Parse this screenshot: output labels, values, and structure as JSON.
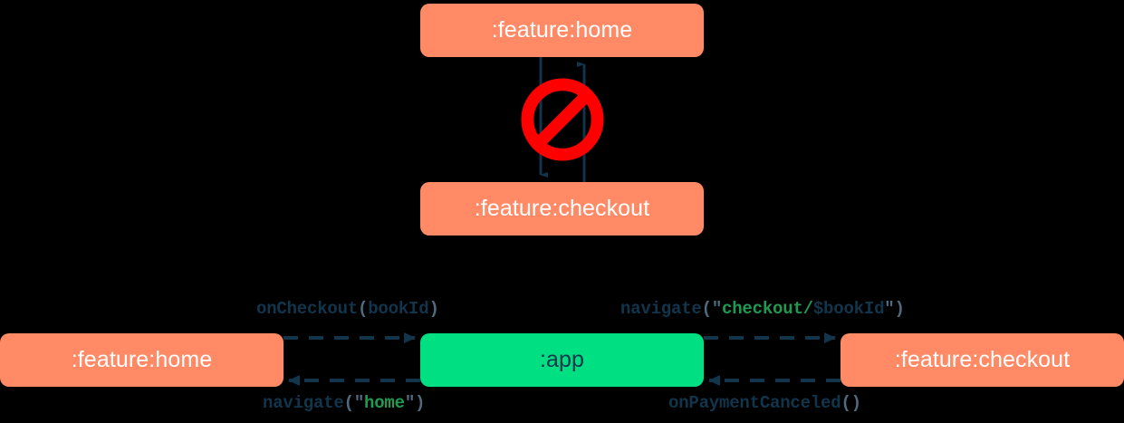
{
  "diagram": {
    "title": "module navigation diagram",
    "background": "#000000",
    "colors": {
      "feature_node": "#FF8A65",
      "app_node": "#00E083",
      "feature_node_text": "#FFFFFF",
      "app_node_text": "#12354B",
      "edge": "#12354B",
      "forbidden": "#FF0000",
      "code_function": "#12354B",
      "code_string": "#1F9A52",
      "code_punctuation": "#4F6B7D"
    },
    "top_section": {
      "nodes": [
        {
          "id": "home-top",
          "label": ":feature:home",
          "type": "feature"
        },
        {
          "id": "checkout-top",
          "label": ":feature:checkout",
          "type": "feature"
        }
      ],
      "edges": [
        {
          "from": "home-top",
          "to": "checkout-top",
          "direction": "down",
          "style": "solid"
        },
        {
          "from": "checkout-top",
          "to": "home-top",
          "direction": "up",
          "style": "solid"
        }
      ],
      "overlay_icon": {
        "name": "forbidden-icon",
        "glyph": "no-entry",
        "meaning": "not allowed"
      }
    },
    "bottom_section": {
      "nodes": [
        {
          "id": "home-bottom",
          "label": ":feature:home",
          "type": "feature"
        },
        {
          "id": "app",
          "label": ":app",
          "type": "app"
        },
        {
          "id": "checkout-bottom",
          "label": ":feature:checkout",
          "type": "feature"
        }
      ],
      "edges": [
        {
          "from": "home-bottom",
          "to": "app",
          "direction": "right",
          "style": "dashed",
          "label": {
            "id": "onCheckout",
            "tokens": [
              {
                "text": "onCheckout",
                "kind": "fn"
              },
              {
                "text": "(",
                "kind": "paren"
              },
              {
                "text": "bookId",
                "kind": "arg"
              },
              {
                "text": ")",
                "kind": "paren"
              }
            ]
          }
        },
        {
          "from": "app",
          "to": "home-bottom",
          "direction": "left",
          "style": "dashed",
          "label": {
            "id": "navigateHome",
            "tokens": [
              {
                "text": "navigate",
                "kind": "fn"
              },
              {
                "text": "(",
                "kind": "paren"
              },
              {
                "text": "\"",
                "kind": "quote"
              },
              {
                "text": "home",
                "kind": "str"
              },
              {
                "text": "\"",
                "kind": "quote"
              },
              {
                "text": ")",
                "kind": "paren"
              }
            ]
          }
        },
        {
          "from": "app",
          "to": "checkout-bottom",
          "direction": "right",
          "style": "dashed",
          "label": {
            "id": "navigateCheckout",
            "tokens": [
              {
                "text": "navigate",
                "kind": "fn"
              },
              {
                "text": "(",
                "kind": "paren"
              },
              {
                "text": "\"",
                "kind": "quote"
              },
              {
                "text": "checkout/",
                "kind": "str"
              },
              {
                "text": "$bookId",
                "kind": "var"
              },
              {
                "text": "\"",
                "kind": "quote"
              },
              {
                "text": ")",
                "kind": "paren"
              }
            ]
          }
        },
        {
          "from": "checkout-bottom",
          "to": "app",
          "direction": "left",
          "style": "dashed",
          "label": {
            "id": "onPaymentCanceled",
            "tokens": [
              {
                "text": "onPaymentCanceled",
                "kind": "fn"
              },
              {
                "text": "()",
                "kind": "paren"
              }
            ]
          }
        }
      ]
    },
    "labels": {
      "home": ":feature:home",
      "checkout": ":feature:checkout",
      "app": ":app",
      "onCheckout_fn": "onCheckout",
      "onCheckout_open": "(",
      "onCheckout_arg": "bookId",
      "onCheckout_close": ")",
      "navigateCheckout_fn": "navigate",
      "navigateCheckout_open": "(",
      "navigateCheckout_q1": "\"",
      "navigateCheckout_str": "checkout/",
      "navigateCheckout_var": "$bookId",
      "navigateCheckout_q2": "\"",
      "navigateCheckout_close": ")",
      "navigateHome_fn": "navigate",
      "navigateHome_open": "(",
      "navigateHome_q1": "\"",
      "navigateHome_str": "home",
      "navigateHome_q2": "\"",
      "navigateHome_close": ")",
      "onPaymentCanceled_fn": "onPaymentCanceled",
      "onPaymentCanceled_parens": "()"
    }
  }
}
